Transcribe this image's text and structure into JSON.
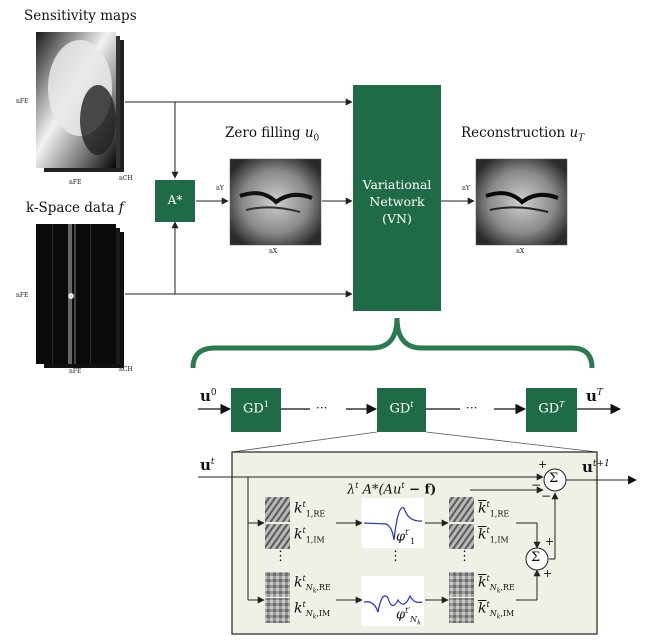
{
  "colors": {
    "green_box": "#1f6b48",
    "green_brace": "#2a7a52",
    "panel_bg": "#eef1e6",
    "line": "#222222",
    "phi_curve": "#2233cc"
  },
  "labels": {
    "sensitivity_maps": "Sensitivity maps",
    "kspace_data": "k-Space data",
    "kspace_var": "f",
    "zero_filling": "Zero filling",
    "zero_filling_var": "u",
    "zero_filling_sub": "0",
    "reconstruction": "Reconstruction",
    "reconstruction_var": "u",
    "reconstruction_sub": "T",
    "n_fe": "n",
    "fe": "FE",
    "ch": "CH",
    "y": "Y",
    "x": "X"
  },
  "boxes": {
    "a_star": "A*",
    "vn_line1": "Variational",
    "vn_line2": "Network",
    "vn_line3": "(VN)",
    "gd": "GD",
    "gd1_sup": "1",
    "gdt_sup": "t",
    "gdT_sup": "T",
    "ellipsis": "···"
  },
  "gd_chain": {
    "input": "u",
    "input_sup": "0",
    "output": "u",
    "output_sup": "T"
  },
  "panel": {
    "input": "u",
    "input_sup": "t",
    "output": "u",
    "output_sup": "t+1",
    "data_term": "λ",
    "data_term_sup": "t",
    "data_term_rest": " A*(Au",
    "data_term_rest_sup": "t",
    "data_term_end": " − f)",
    "sum": "Σ",
    "plus": "+",
    "minus": "−",
    "k": "k",
    "t": "t",
    "k1_re_sub": "1,RE",
    "k1_im_sub": "1,IM",
    "kn_re_sub": "N",
    "kn_sub_k": "k",
    "kn_re_tail": ",RE",
    "kn_im_tail": ",IM",
    "phi": "φ",
    "phi1_sub": "1",
    "vdots": "⋮"
  }
}
